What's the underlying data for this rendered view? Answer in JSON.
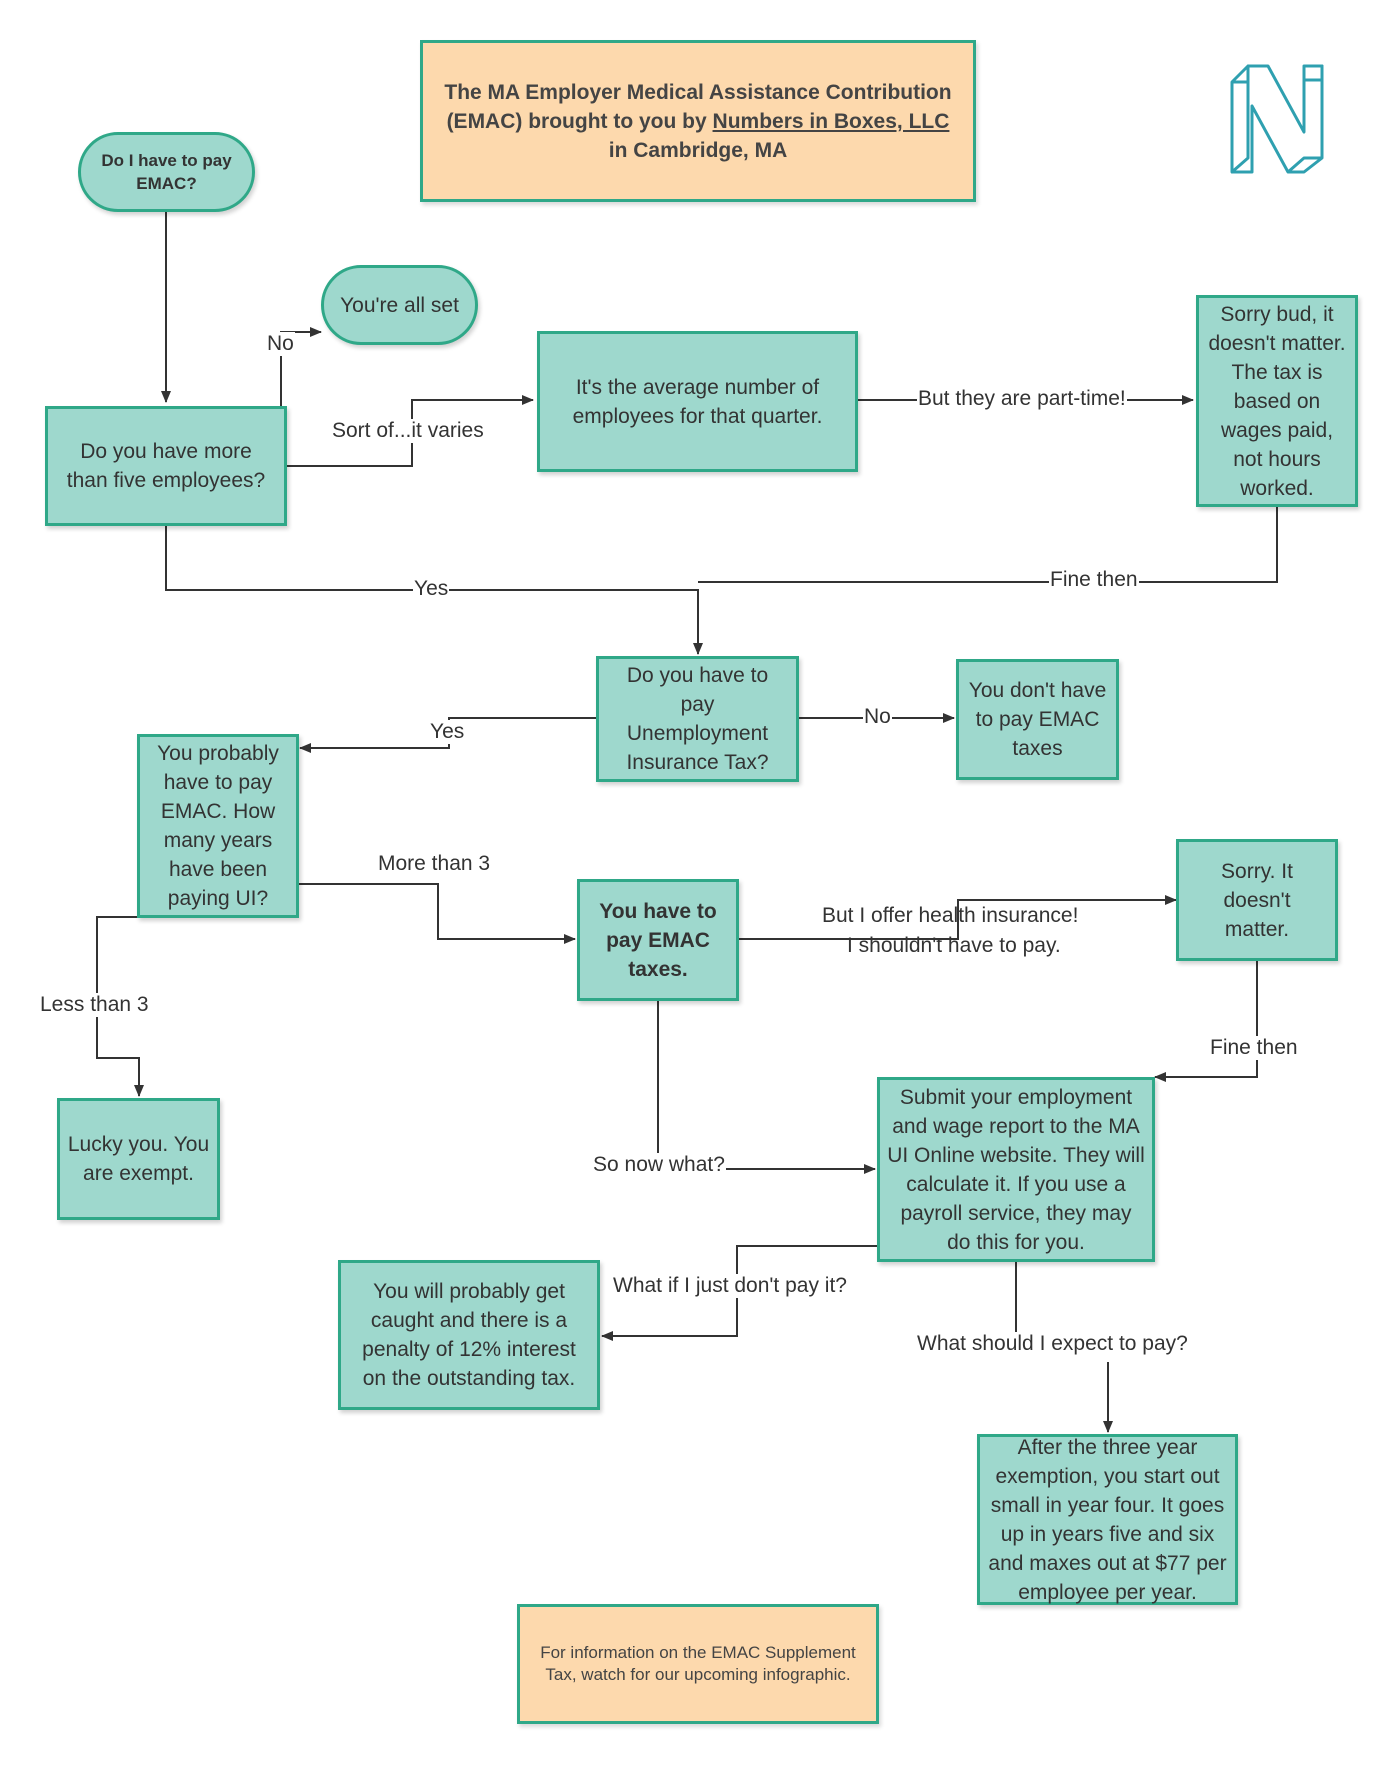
{
  "header": {
    "title_line1": "The MA Employer Medical Assistance Contribution",
    "title_line2_prefix": "(EMAC) brought to you by ",
    "title_line2_link": "Numbers in Boxes, LLC",
    "title_line3": "in Cambridge, MA"
  },
  "logo": {
    "icon": "n-logo-icon",
    "color": "#2fa0b0"
  },
  "footer": {
    "note": "For information on the EMAC Supplement Tax, watch for our upcoming infographic."
  },
  "colors": {
    "node_fill": "#9ed8cd",
    "node_border": "#2fa888",
    "note_fill": "#fdd9ad",
    "line": "#333333"
  },
  "nodes": {
    "start": "Do I have to pay EMAC?",
    "all_set": "You're all set",
    "five_employees": "Do you have more than five employees?",
    "average": "It's the average number of employees for that quarter.",
    "sorry_bud": "Sorry bud, it doesn't matter. The tax is based on wages paid, not hours worked.",
    "ui_tax": "Do you have to pay Unemployment Insurance Tax?",
    "no_emac": "You don't have to pay EMAC taxes",
    "probably": "You probably have to pay EMAC. How many years have been paying UI?",
    "have_to_pay": "You have to pay EMAC taxes.",
    "sorry_it": "Sorry. It doesn't matter.",
    "lucky": "Lucky you. You are exempt.",
    "submit": "Submit your employment and wage report to the MA UI Online website. They will calculate it. If you use a payroll service, they may do this for you.",
    "penalty": "You will probably get caught and there is a penalty of 12% interest on the outstanding tax.",
    "expect": "After the three year exemption, you start out small in year four. It goes up in years five and six and maxes out at $77 per employee per year."
  },
  "edges": {
    "no_top": "No",
    "sort_of": "Sort of...it varies",
    "part_time": "But they are part-time!",
    "yes_main": "Yes",
    "fine_then_1": "Fine then",
    "yes_ui": "Yes",
    "no_ui": "No",
    "more_than_3": "More than 3",
    "less_than_3": "Less than 3",
    "health_1": "But I offer health insurance!",
    "health_2": "I shouldn't have to pay.",
    "fine_then_2": "Fine then",
    "so_now": "So now what?",
    "dont_pay": "What if I just don't pay it?",
    "expect_pay": "What should I expect to pay?"
  }
}
